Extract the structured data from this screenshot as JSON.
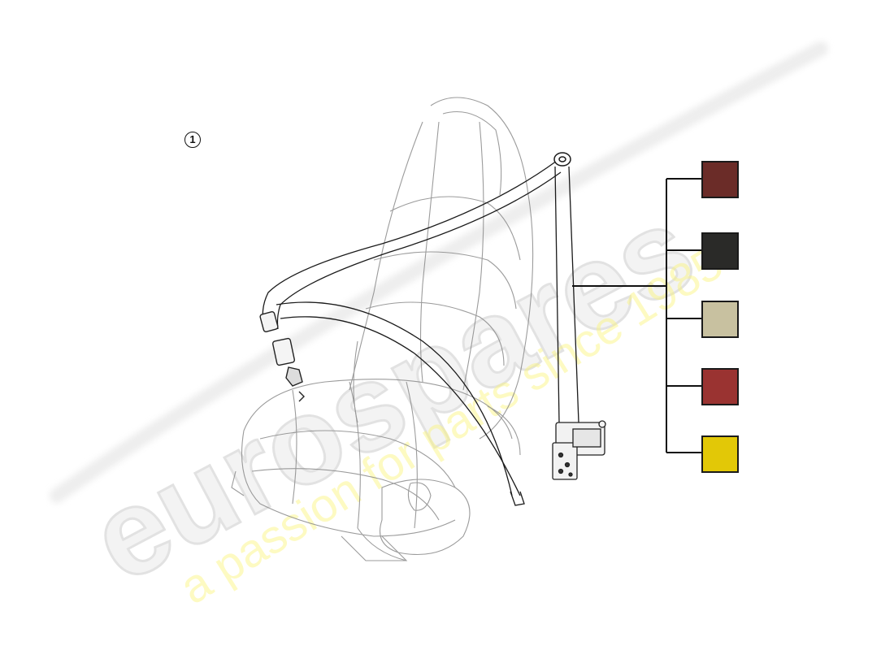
{
  "diagram": {
    "callouts": [
      {
        "id": 1,
        "label": "1"
      }
    ],
    "parts": [
      {
        "name": "front seat",
        "role": "context illustration"
      },
      {
        "name": "seat belt (shoulder/lap webbing)",
        "role": "part 1"
      },
      {
        "name": "seat belt buckle latch plate",
        "role": "part 1 component"
      },
      {
        "name": "belt retractor",
        "role": "part 1 component"
      },
      {
        "name": "upper anchor / D-ring",
        "role": "part 1 component"
      },
      {
        "name": "lower floor anchor",
        "role": "part 1 component"
      }
    ],
    "color_variants": [
      {
        "name": "dark brown",
        "hex": "#6B2C28"
      },
      {
        "name": "black",
        "hex": "#2A2A28"
      },
      {
        "name": "beige",
        "hex": "#C8C1A0"
      },
      {
        "name": "red",
        "hex": "#9A3331"
      },
      {
        "name": "yellow",
        "hex": "#E2C807"
      }
    ]
  },
  "watermark": {
    "logo_text": "eurospares",
    "tagline": "a passion for parts since 1985"
  }
}
